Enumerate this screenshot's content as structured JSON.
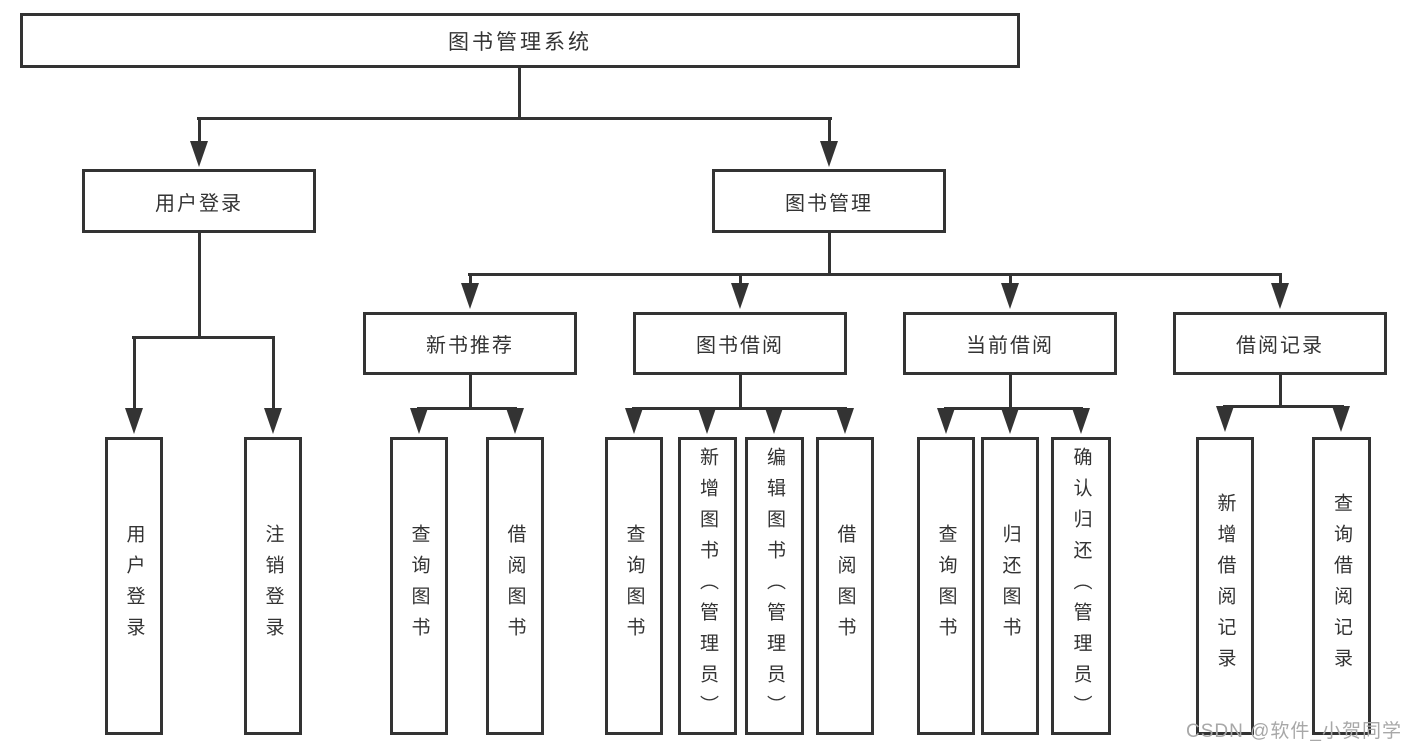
{
  "diagram": {
    "root": {
      "label": "图书管理系统"
    },
    "level2": [
      {
        "label": "用户登录"
      },
      {
        "label": "图书管理"
      }
    ],
    "level3": [
      {
        "label": "新书推荐"
      },
      {
        "label": "图书借阅"
      },
      {
        "label": "当前借阅"
      },
      {
        "label": "借阅记录"
      }
    ],
    "leaves": {
      "user_login": [
        "用户登录",
        "注销登录"
      ],
      "new_book": [
        "查询图书",
        "借阅图书"
      ],
      "book_borrow": [
        "查询图书",
        "新增图书（管理员）",
        "编辑图书（管理员）",
        "借阅图书"
      ],
      "current_borrow": [
        "查询图书",
        "归还图书",
        "确认归还（管理员）"
      ],
      "borrow_record": [
        "新增借阅记录",
        "查询借阅记录"
      ]
    }
  },
  "watermark": "CSDN @软件_小贺同学",
  "colors": {
    "line": "#333333",
    "text": "#333333",
    "watermark_text": "#a8a8a8",
    "background": "#ffffff"
  }
}
